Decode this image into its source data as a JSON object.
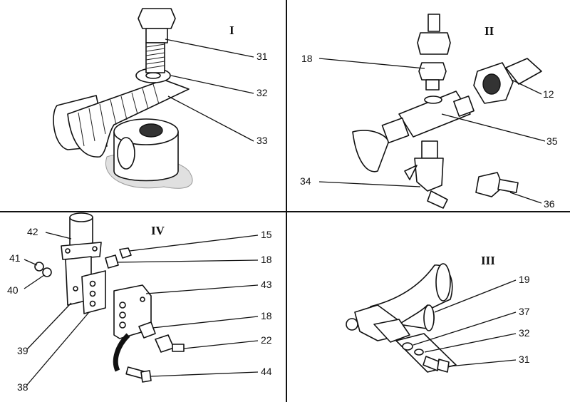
{
  "panels": [
    {
      "id": "I",
      "label": "I"
    },
    {
      "id": "II",
      "label": "II"
    },
    {
      "id": "IV",
      "label": "IV"
    },
    {
      "id": "III",
      "label": "III"
    }
  ],
  "callouts": {
    "p1_31": "31",
    "p1_32": "32",
    "p1_33": "33",
    "p2_18": "18",
    "p2_12": "12",
    "p2_35": "35",
    "p2_34": "34",
    "p2_36": "36",
    "p4_42": "42",
    "p4_15": "15",
    "p4_41": "41",
    "p4_18a": "18",
    "p4_40": "40",
    "p4_43": "43",
    "p4_18b": "18",
    "p4_22": "22",
    "p4_39": "39",
    "p4_44": "44",
    "p4_38": "38",
    "p3_19": "19",
    "p3_37": "37",
    "p3_32": "32",
    "p3_31": "31"
  }
}
